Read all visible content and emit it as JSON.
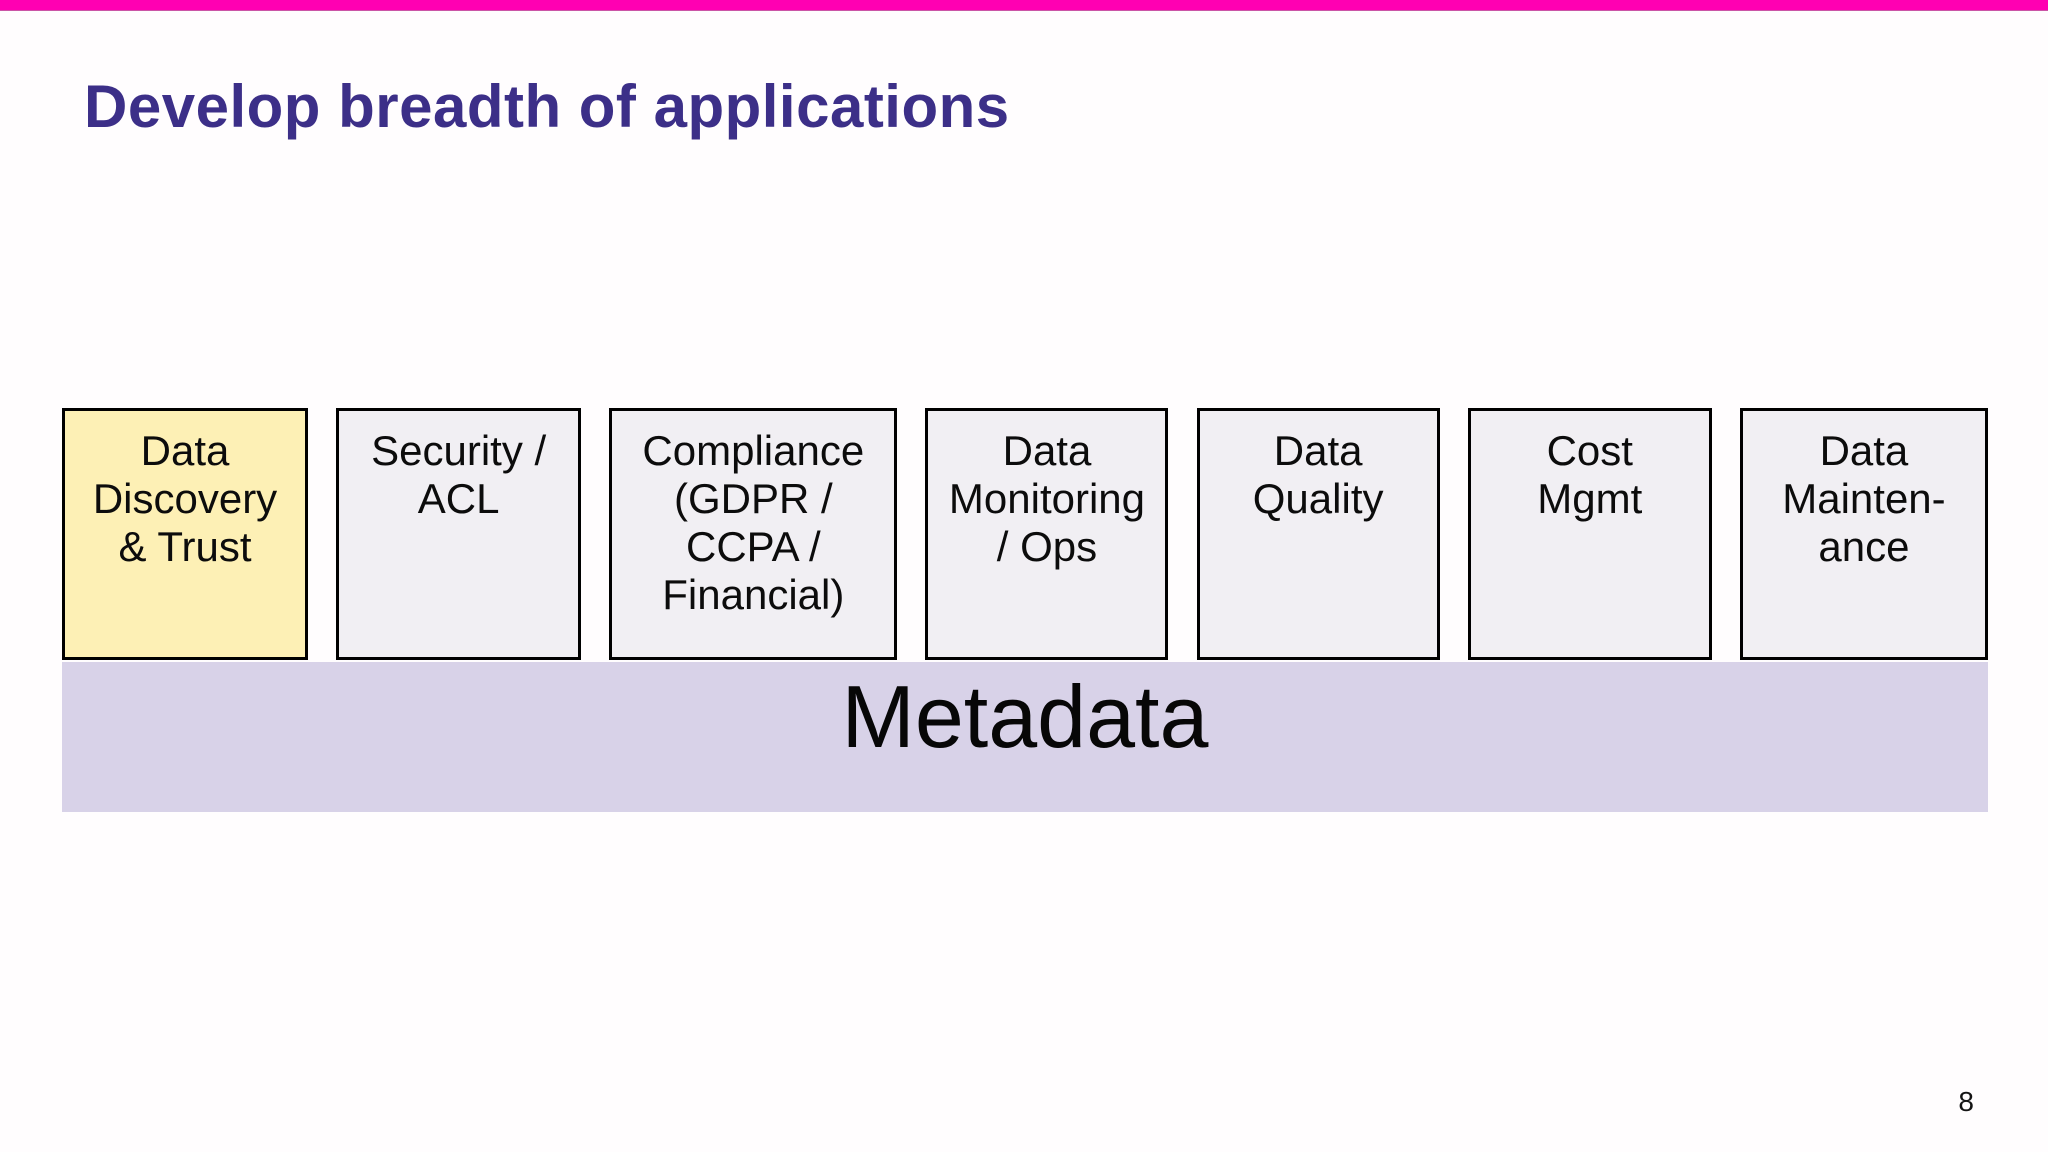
{
  "slide": {
    "title": "Develop breadth of applications",
    "page_number": "8"
  },
  "colors": {
    "accent_bar": "#ff00b2",
    "title": "#3c2f88",
    "box_fill": "#f1eff3",
    "box_border": "#000000",
    "highlight_box_fill": "#fdf0b5",
    "metadata_bar_fill": "#d8d2e8"
  },
  "diagram": {
    "boxes": [
      {
        "name": "app-box-data-discovery-trust",
        "label": "Data\nDiscovery\n& Trust",
        "highlighted": true
      },
      {
        "name": "app-box-security-acl",
        "label": "Security /\nACL",
        "highlighted": false
      },
      {
        "name": "app-box-compliance",
        "label": "Compliance\n(GDPR /\nCCPA /\nFinancial)",
        "highlighted": false
      },
      {
        "name": "app-box-data-monitoring-ops",
        "label": "Data\nMonitoring\n/ Ops",
        "highlighted": false
      },
      {
        "name": "app-box-data-quality",
        "label": "Data\nQuality",
        "highlighted": false
      },
      {
        "name": "app-box-cost-mgmt",
        "label": "Cost\nMgmt",
        "highlighted": false
      },
      {
        "name": "app-box-data-maintenance",
        "label": "Data\nMainten-\nance",
        "highlighted": false
      }
    ],
    "base_layer_label": "Metadata"
  }
}
